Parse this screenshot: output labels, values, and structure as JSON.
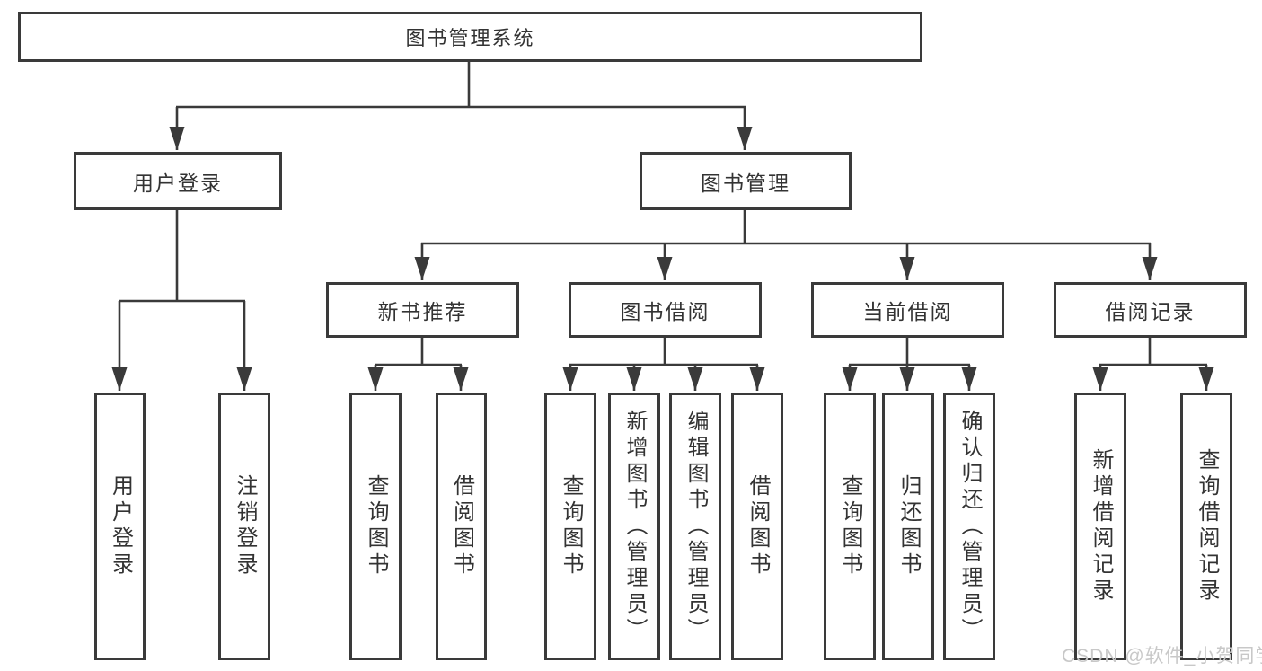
{
  "diagram": {
    "root": {
      "label": "图书管理系统"
    },
    "branches": [
      {
        "label": "用户登录",
        "children": [
          {
            "label": "用户登录"
          },
          {
            "label": "注销登录"
          }
        ]
      },
      {
        "label": "图书管理",
        "sections": [
          {
            "label": "新书推荐",
            "children": [
              {
                "label": "查询图书"
              },
              {
                "label": "借阅图书"
              }
            ]
          },
          {
            "label": "图书借阅",
            "children": [
              {
                "label": "查询图书"
              },
              {
                "label": "新增图书（管理员）"
              },
              {
                "label": "编辑图书（管理员）"
              },
              {
                "label": "借阅图书"
              }
            ]
          },
          {
            "label": "当前借阅",
            "children": [
              {
                "label": "查询图书"
              },
              {
                "label": "归还图书"
              },
              {
                "label": "确认归还（管理员）"
              }
            ]
          },
          {
            "label": "借阅记录",
            "children": [
              {
                "label": "新增借阅记录"
              },
              {
                "label": "查询借阅记录"
              }
            ]
          }
        ]
      }
    ]
  },
  "watermark": {
    "text": "CSDN @软件_小贺同学"
  },
  "colors": {
    "line": "#3a3a3a",
    "text": "#333333",
    "watermark": "#c8c8c8",
    "background": "#ffffff"
  }
}
